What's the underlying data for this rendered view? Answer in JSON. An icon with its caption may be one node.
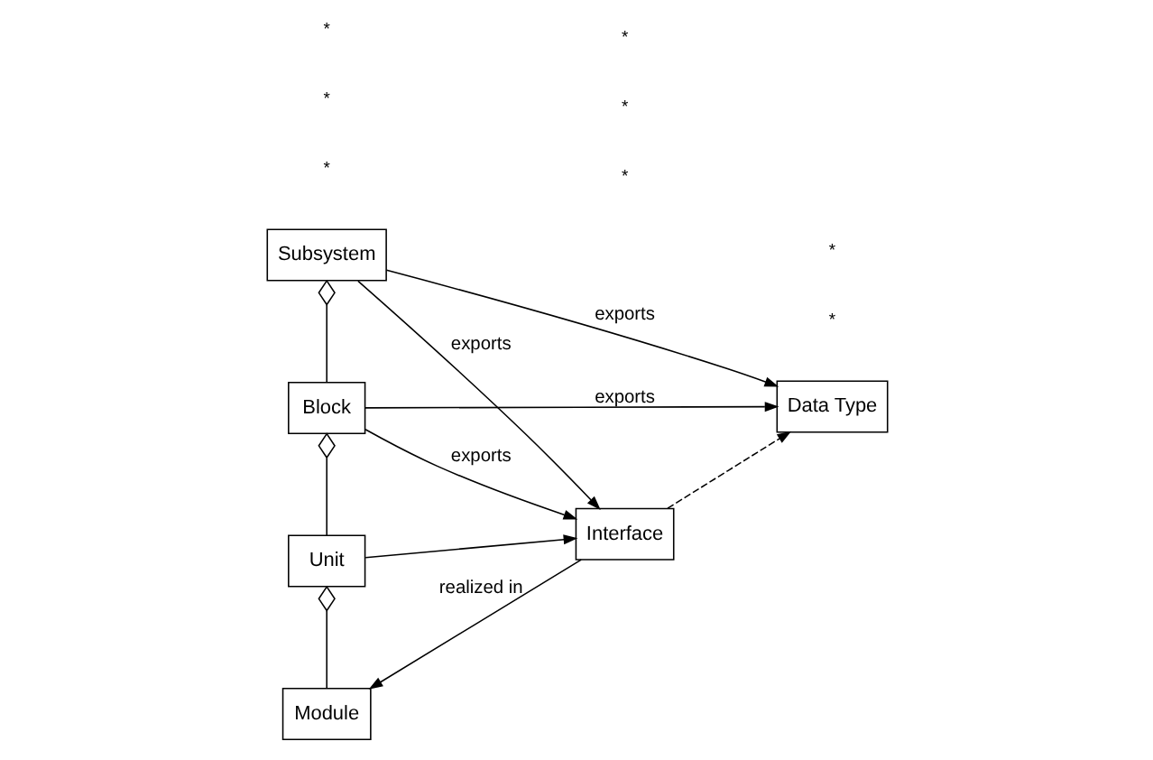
{
  "diagram": {
    "nodes": [
      {
        "text": [
          "Subsystem"
        ]
      },
      {
        "text": [
          "Interface"
        ]
      },
      {
        "text": [
          "Data Type"
        ]
      },
      {
        "text": [
          "Block"
        ]
      },
      {
        "text": [
          "Unit"
        ]
      },
      {
        "text": [
          "Module"
        ]
      }
    ],
    "edges": [
      {
        "from": 0,
        "to": 2,
        "arrow": "to",
        "label": "exports"
      },
      {
        "from": 0,
        "to": 1,
        "arrow": "to",
        "label": "exports"
      },
      {
        "from": 3,
        "to": 1,
        "arrow": "to",
        "label": "exports"
      },
      {
        "from": 4,
        "to": 1,
        "arrow": "to"
      },
      {
        "from": 3,
        "to": 2,
        "arrow": "to",
        "label": "exports"
      },
      {
        "from": 1,
        "to": 2,
        "arrow": "to",
        "style": "dashed"
      },
      {
        "from": 1,
        "to": 5,
        "arrow": "to",
        "label": "realized in"
      },
      {
        "from": 0,
        "to": 3,
        "arrow": "other"
      },
      {
        "from": 3,
        "to": 4,
        "arrow": "other"
      },
      {
        "from": 4,
        "to": 5,
        "arrow": "other"
      }
    ],
    "labels": [
      "*",
      "*",
      "*",
      "*",
      "*",
      "*",
      "*",
      "*"
    ]
  }
}
